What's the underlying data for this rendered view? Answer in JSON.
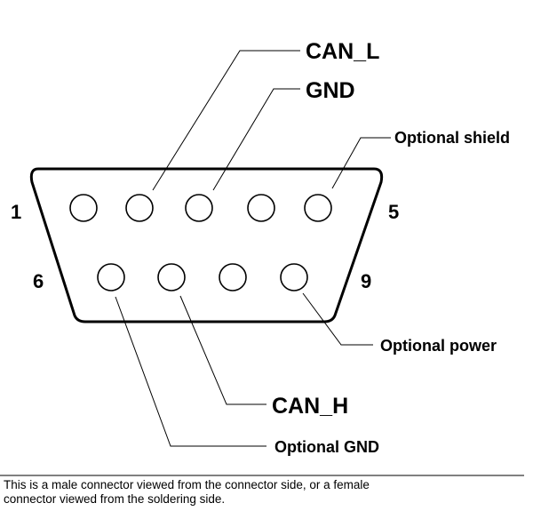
{
  "connector": {
    "pin_numbers": {
      "top_left": "1",
      "top_right": "5",
      "bottom_left": "6",
      "bottom_right": "9"
    }
  },
  "labels": {
    "can_l": "CAN_L",
    "gnd": "GND",
    "optional_shield": "Optional shield",
    "optional_power": "Optional power",
    "can_h": "CAN_H",
    "optional_gnd": "Optional GND"
  },
  "footnote": {
    "line1": "This is a male connector viewed from the connector side, or a female",
    "line2": "connector viewed from the soldering side."
  }
}
